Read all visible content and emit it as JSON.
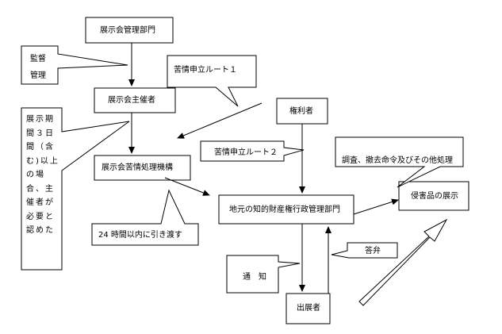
{
  "nodes": {
    "mgmt_dept": "展示会管理部門",
    "organizer": "展示会主催者",
    "complaint_org": "展示会苦情処理機構",
    "rights_holder": "権利者",
    "local_ip_dept": "地元の知的財産権行政管理部門",
    "infringing_display": "侵害品の展示",
    "exhibitor": "出展者"
  },
  "callouts": {
    "supervision_line1": "監督",
    "supervision_line2": "管理",
    "complaint_route_1": "苦情申立ルート１",
    "complaint_route_2": "苦情申立ルート２",
    "investigation": "調査、撤去命令及びその他処理",
    "handover_24h": "24 時間以内に引き渡す",
    "notice": "通　知",
    "reply": "答弁",
    "exhibition_period_note": "展示期間３日間（含む)以上の場合、主催者が必要と認めた"
  }
}
